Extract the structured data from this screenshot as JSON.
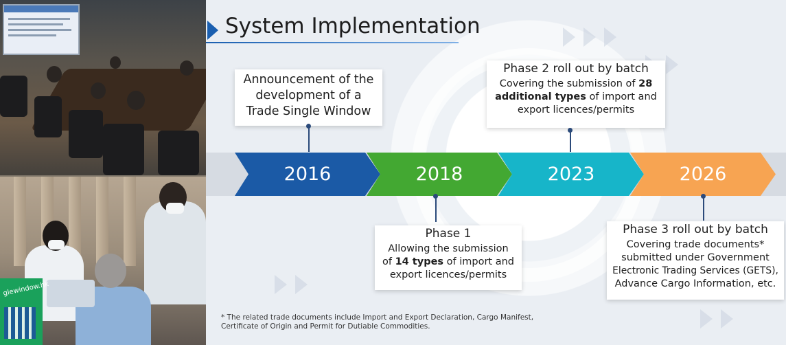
{
  "title": "System Implementation",
  "timeline": [
    {
      "year": "2016",
      "color": "#1b5aa6"
    },
    {
      "year": "2018",
      "color": "#43a832"
    },
    {
      "year": "2023",
      "color": "#17b5c9"
    },
    {
      "year": "2026",
      "color": "#f7a452"
    }
  ],
  "milestones": {
    "announcement": {
      "line1": "Announcement of the",
      "line2": "development of a",
      "line3": "Trade Single Window"
    },
    "phase1": {
      "heading": "Phase 1",
      "l1": "Allowing the submission",
      "l2_pre": "of ",
      "l2_bold": "14 types",
      "l2_post": " of import and",
      "l3": "export licences/permits"
    },
    "phase2": {
      "heading": "Phase 2 roll out by batch",
      "l1_pre": "Covering the submission of ",
      "l1_bold": "28",
      "l2_bold": "additional types",
      "l2_post": " of import and",
      "l3": "export licences/permits"
    },
    "phase3": {
      "heading": "Phase 3 roll out by batch",
      "l1": "Covering trade documents*",
      "l2": "submitted under Government",
      "l3": "Electronic Trading Services (GETS),",
      "l4": "Advance Cargo Information, etc."
    }
  },
  "footnote": {
    "line1": "* The related trade documents include Import and Export Declaration, Cargo Manifest,",
    "line2": "Certificate of Origin and Permit for Dutiable Commodities."
  },
  "photo_sign_text": "glewindow.hk"
}
